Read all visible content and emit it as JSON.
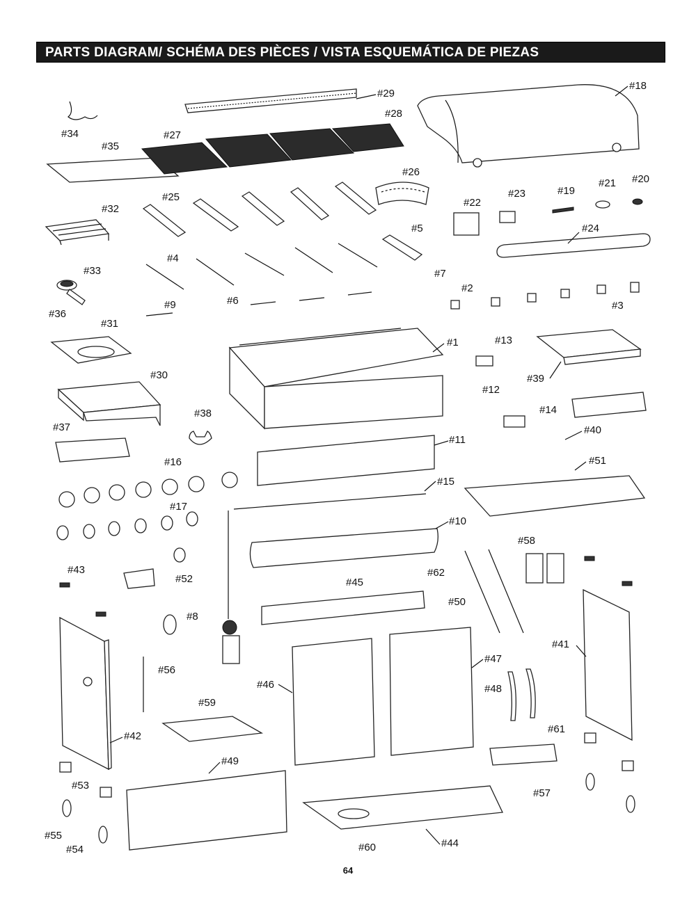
{
  "header": {
    "title": "PARTS DIAGRAM/ SCHÉMA DES PIÈCES / VISTA ESQUEMÁTICA DE PIEZAS"
  },
  "callouts": [
    "#1",
    "#2",
    "#3",
    "#4",
    "#5",
    "#6",
    "#7",
    "#8",
    "#9",
    "#10",
    "#11",
    "#12",
    "#13",
    "#14",
    "#15",
    "#16",
    "#17",
    "#18",
    "#19",
    "#20",
    "#21",
    "#22",
    "#23",
    "#24",
    "#25",
    "#26",
    "#27",
    "#28",
    "#29",
    "#30",
    "#31",
    "#32",
    "#33",
    "#34",
    "#35",
    "#36",
    "#37",
    "#38",
    "#39",
    "#40",
    "#41",
    "#42",
    "#43",
    "#44",
    "#45",
    "#46",
    "#47",
    "#48",
    "#49",
    "#50",
    "#51",
    "#52",
    "#53",
    "#54",
    "#55",
    "#56",
    "#57",
    "#58",
    "#59",
    "#60",
    "#61",
    "#62"
  ],
  "page_number": "64"
}
